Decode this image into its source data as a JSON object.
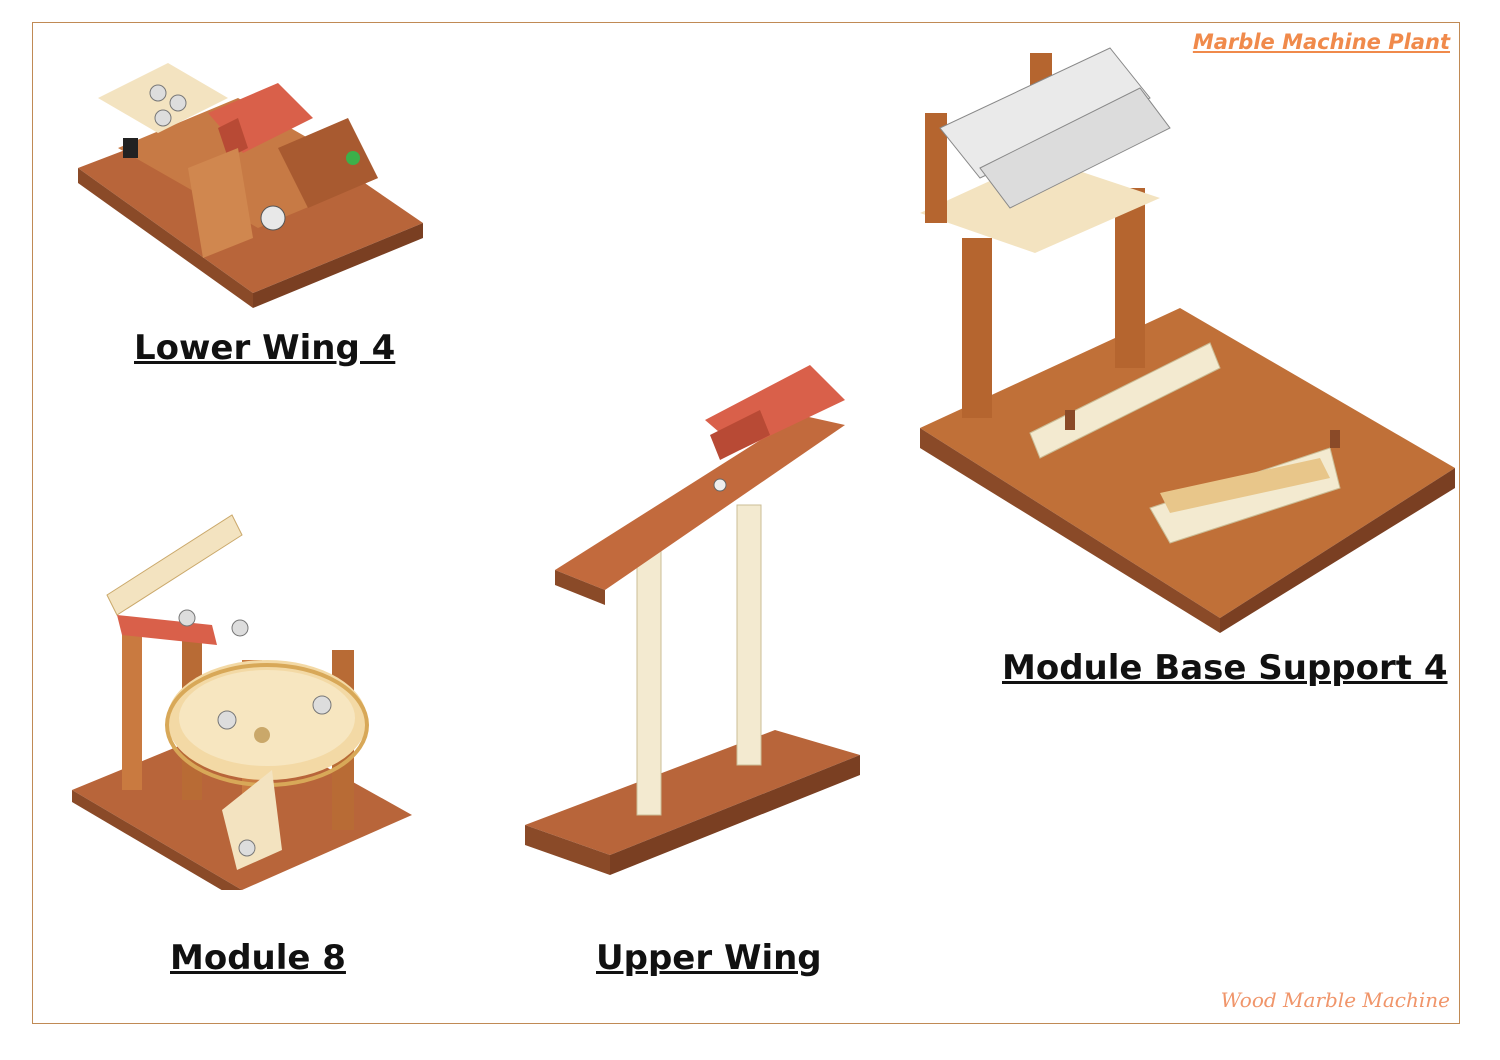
{
  "header": {
    "title": "Marble Machine Plant"
  },
  "footer": {
    "caption": "Wood Marble Machine"
  },
  "models": [
    {
      "label": "Lower Wing 4"
    },
    {
      "label": "Module 8"
    },
    {
      "label": "Upper Wing"
    },
    {
      "label": "Module Base Support 4"
    }
  ],
  "colors": {
    "wood_dark": "#a0522d",
    "wood_mid": "#c8733a",
    "wood_light": "#f3e3c0",
    "red_wood": "#d9604a",
    "frame": "#c08a55",
    "title": "#f08a4b"
  }
}
